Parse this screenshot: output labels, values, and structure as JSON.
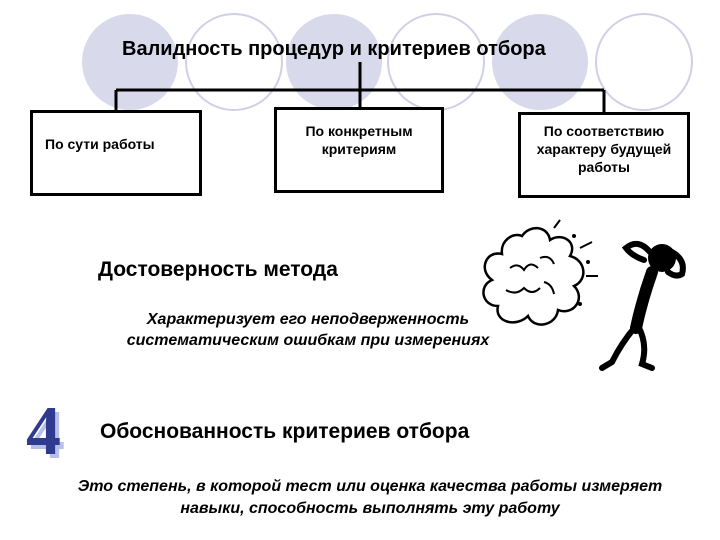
{
  "title": "Валидность процедур и критериев отбора",
  "boxes": {
    "left": "По сути работы",
    "middle": "По конкретным критериям",
    "right": "По соответствию характеру будущей работы"
  },
  "reliability": {
    "title": "Достоверность метода",
    "description": "Характеризует его неподверженность систематическим ошибкам при измерениях"
  },
  "validity": {
    "number": "4",
    "title": "Обоснованность критериев отбора",
    "description": "Это степень, в которой тест или оценка качества работы измеряет навыки, способность выполнять эту работу"
  },
  "colors": {
    "circle_fill": "#d9d9ec",
    "number_blue": "#2f3b8f",
    "number_shade": "#b8c0e8"
  }
}
